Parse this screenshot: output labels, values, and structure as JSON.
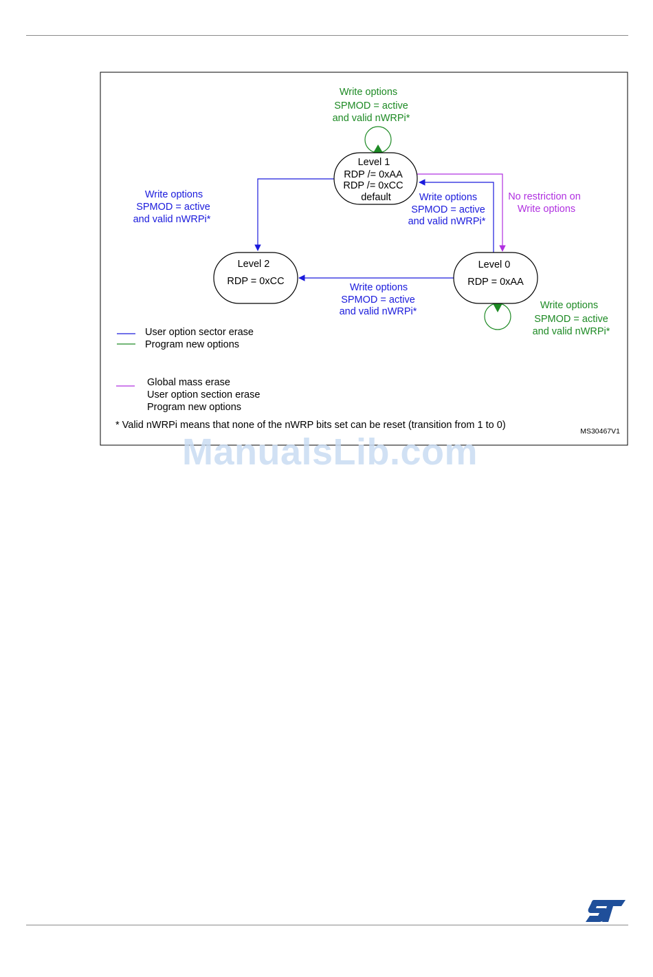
{
  "colors": {
    "blue": "#1a1adc",
    "green": "#1d8a24",
    "purple": "#b030e0",
    "black": "#000000",
    "logo": "#1f4f9a",
    "watermark": "#c9dcf3"
  },
  "states": {
    "level1": {
      "title": "Level 1",
      "lines": [
        "RDP /= 0xAA",
        "RDP /= 0xCC",
        "default"
      ]
    },
    "level2": {
      "title": "Level 2",
      "lines": [
        "RDP = 0xCC"
      ]
    },
    "level0": {
      "title": "Level 0",
      "lines": [
        "RDP = 0xAA"
      ]
    }
  },
  "transitions": {
    "l1_self": {
      "color": "green",
      "lines": [
        "Write options",
        "SPMOD = active",
        "and valid nWRPi*"
      ]
    },
    "l1_to_l2": {
      "color": "blue",
      "lines": [
        "Write options",
        "SPMOD = active",
        "and valid nWRPi*"
      ]
    },
    "l0_to_l1": {
      "color": "blue",
      "lines": [
        "Write options",
        "SPMOD = active",
        "and valid nWRPi*"
      ]
    },
    "l1_to_l0": {
      "color": "purple",
      "lines": [
        "No restriction on",
        "Write options"
      ]
    },
    "l0_to_l2": {
      "color": "blue",
      "lines": [
        "Write options",
        "SPMOD = active",
        "and valid nWRPi*"
      ]
    },
    "l0_self": {
      "color": "green",
      "lines": [
        "Write options",
        "SPMOD = active",
        "and valid nWRPi*"
      ]
    }
  },
  "legend": {
    "blue": "User option sector erase",
    "green": "Program new options",
    "purple": [
      "Global mass erase",
      "User option section erase",
      "Program new options"
    ]
  },
  "footnote": "* Valid nWRPi means that none of the nWRP bits set can be reset (transition from 1 to 0)",
  "figure_id": "MS30467V1",
  "watermark": "ManualsLib.com",
  "logo_text": "ST"
}
